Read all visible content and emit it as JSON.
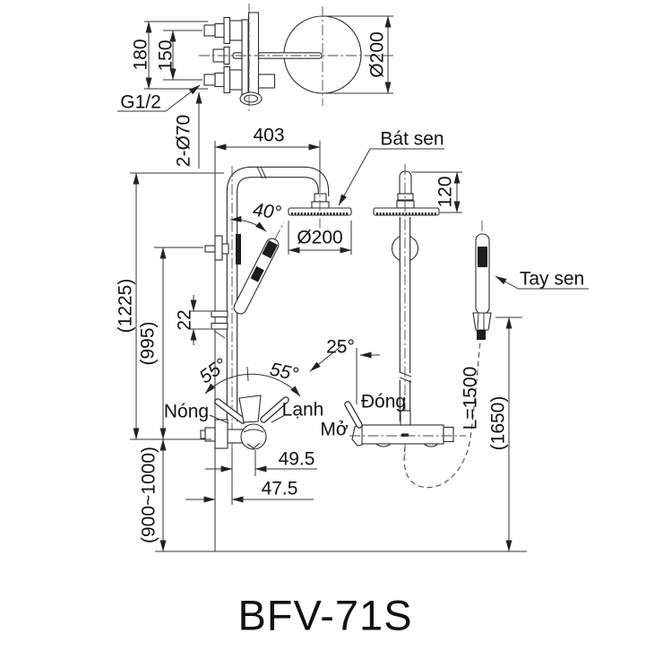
{
  "drawing": {
    "title": "BFV-71S",
    "labels": {
      "g12": "G1/2",
      "two_phi70": "2-Ø70",
      "bat_sen": "Bát sen",
      "tay_sen": "Tay sen",
      "nong": "Nóng",
      "lanh": "Lạnh",
      "dong": "Đóng",
      "mo": "Mở"
    },
    "dims": {
      "d180": "180",
      "d150": "150",
      "phi200_top": "Ø200",
      "d403": "403",
      "a40": "40°",
      "phi200_head": "Ø200",
      "d120": "120",
      "d1225": "(1225)",
      "d995": "(995)",
      "d22": "22",
      "a55_left": "55°",
      "a55_right": "55°",
      "a25": "25°",
      "d49_5": "49.5",
      "d47_5": "47.5",
      "d900_1000": "(900~1000)",
      "hose_length": "L=1500",
      "d1650": "(1650)"
    },
    "colors": {
      "line": "#2b2b2b",
      "text": "#111111",
      "background": "#ffffff"
    }
  }
}
